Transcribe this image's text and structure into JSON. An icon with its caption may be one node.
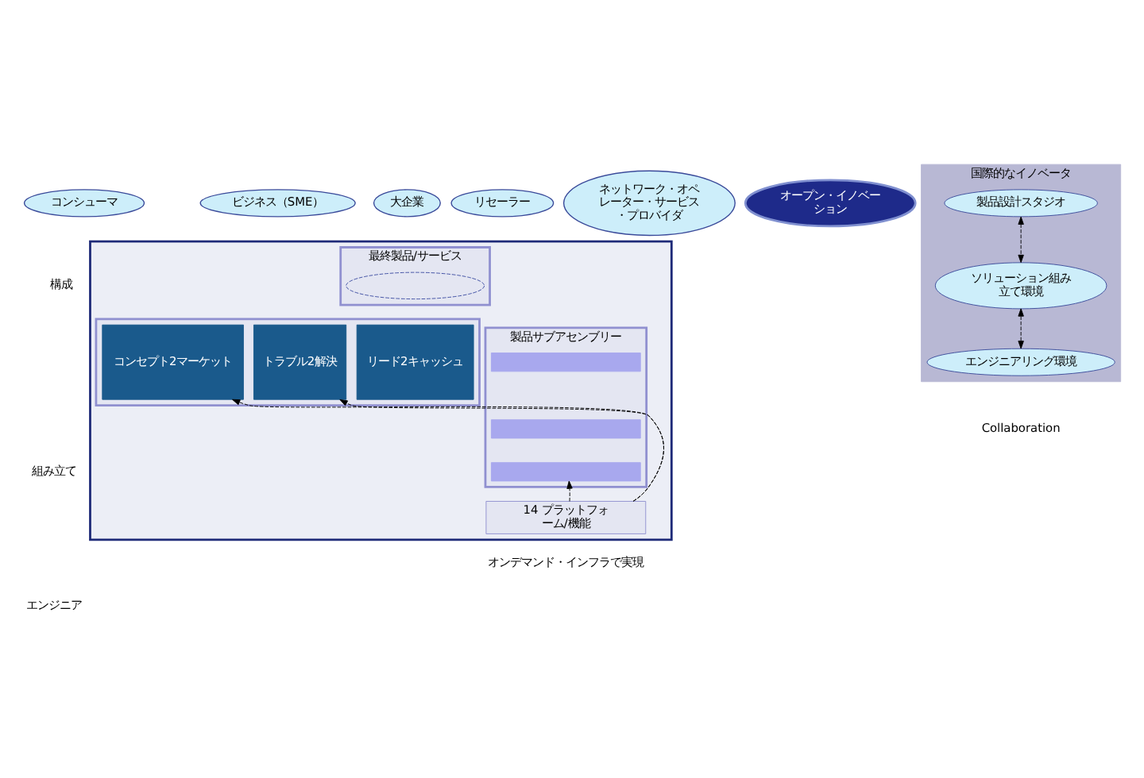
{
  "diagram": {
    "nodes": [
      {
        "text": [
          "コンシューマ"
        ]
      },
      {
        "text": [
          "ビジネス（SME）"
        ]
      },
      {
        "text": [
          "大企業"
        ]
      },
      {
        "text": [
          "リセーラー"
        ]
      },
      {
        "text": [
          "ネットワーク・オペレーター・サービス・プロバイダ"
        ]
      },
      {
        "text": [
          "オープン・イノベーション"
        ]
      },
      {
        "text": [],
        "shape": "box"
      },
      {
        "text": [
          "最終製品/サービス"
        ],
        "in": 6
      },
      {
        "text": [],
        "shape": "ellipse",
        "in": 7
      },
      {
        "text": [],
        "shape": "box",
        "in": 6
      },
      {
        "text": [
          "リード2キャッシュ"
        ],
        "in": 9
      },
      {
        "text": [
          "トラブル2解決"
        ],
        "in": 9
      },
      {
        "text": [
          "コンセプト2マーケット"
        ],
        "in": 9
      },
      {
        "text": [
          "製品サブアセンブリー"
        ],
        "in": 6
      },
      {
        "text": [],
        "shape": "bar",
        "in": 13
      },
      {
        "text": [],
        "shape": "bar",
        "in": 13
      },
      {
        "text": [],
        "shape": "bar",
        "in": 13
      },
      {
        "text": [
          "14 プラットフォーム/機能"
        ],
        "in": 6
      },
      {
        "text": [
          "国際的なイノベータ"
        ]
      },
      {
        "text": [
          "製品設計スタジオ"
        ],
        "in": 18
      },
      {
        "text": [
          "ソリューション組み立て環境"
        ],
        "in": 18
      },
      {
        "text": [
          "エンジニアリング環境"
        ],
        "in": 18
      }
    ],
    "edges": [
      {
        "from": 19,
        "to": 20,
        "arrow": "both",
        "style": "dashed"
      },
      {
        "from": 20,
        "to": 21,
        "arrow": "both",
        "style": "dashed"
      },
      {
        "from": 17,
        "to": 16,
        "arrow": "to",
        "style": "dashed"
      },
      {
        "from": 17,
        "to": 12,
        "arrow": "to",
        "style": "dashed"
      },
      {
        "from": 17,
        "to": 11,
        "arrow": "to",
        "style": "dashed"
      }
    ],
    "labels": [
      "構成",
      "組み立て",
      "エンジニア",
      "Collaboration",
      "オンデマンド・インフラで実現"
    ]
  }
}
